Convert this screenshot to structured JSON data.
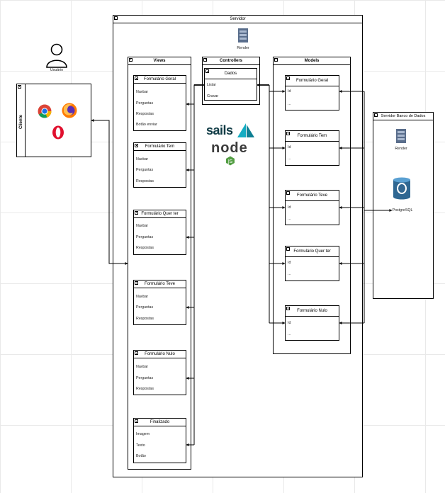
{
  "user": {
    "label": "Usuário"
  },
  "client": {
    "title": "Cliente"
  },
  "server": {
    "title": "Servidor",
    "render_label": "Render",
    "views": {
      "title": "Views",
      "forms": [
        {
          "title": "Formulário Geral",
          "fields": [
            "Navbar",
            "Perguntas",
            "Respostas",
            "Botão enviar"
          ]
        },
        {
          "title": "Formulário Tem",
          "fields": [
            "Navbar",
            "Perguntas",
            "Respostas"
          ]
        },
        {
          "title": "Formulário Quer ter",
          "fields": [
            "Navbar",
            "Perguntas",
            "Respostas"
          ]
        },
        {
          "title": "Formulário Teve",
          "fields": [
            "Navbar",
            "Perguntas",
            "Respostas"
          ]
        },
        {
          "title": "Formulário Nulo",
          "fields": [
            "Navbar",
            "Perguntas",
            "Respostas"
          ]
        },
        {
          "title": "Finalizado",
          "fields": [
            "Imagem",
            "Texto",
            "Botão"
          ]
        }
      ]
    },
    "controllers": {
      "title": "Controllers",
      "dados": {
        "title": "Dados",
        "fields": [
          "Listar",
          "Gravar"
        ]
      }
    },
    "logos": {
      "sails": "sails",
      "node": "node"
    },
    "models": {
      "title": "Models",
      "items": [
        {
          "title": "Formulário Geral",
          "fields": [
            "Id",
            "..."
          ]
        },
        {
          "title": "Formulário Tem",
          "fields": [
            "Id",
            "..."
          ]
        },
        {
          "title": "Formulário Teve",
          "fields": [
            "Id",
            "..."
          ]
        },
        {
          "title": "Formulário Quer ter",
          "fields": [
            "Id",
            "..."
          ]
        },
        {
          "title": "Formulário Nulo",
          "fields": [
            "Id",
            "..."
          ]
        }
      ]
    }
  },
  "db_server": {
    "title": "Servidor Banco de Dados",
    "render_label": "Render",
    "db_label": "PostgreSQL"
  },
  "colors": {
    "chrome_blue": "#1a73e8",
    "firefox_orange": "#ff7a00",
    "opera_red": "#e0102e",
    "sails_blue": "#14acc2",
    "node_green": "#539e43",
    "pg_blue": "#2f6792",
    "render_gray": "#5a6e8c"
  }
}
